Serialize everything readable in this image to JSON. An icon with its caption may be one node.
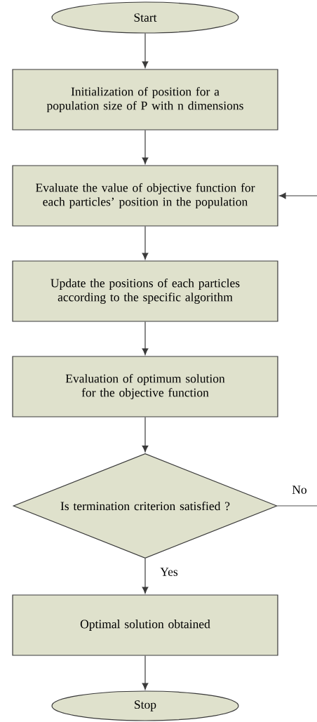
{
  "diagram": {
    "nodes": [
      {
        "text": [
          "Start"
        ]
      },
      {
        "text": [
          "Initialization of position for a population size of P with n dimensions"
        ]
      },
      {
        "text": [
          "Evaluate the value of objective function for each particles’ position in the population"
        ]
      },
      {
        "text": [
          "Update the positions of each particles according to the specific algorithm"
        ]
      },
      {
        "text": [
          "Evaluation of optimum solution for the objective function"
        ]
      },
      {
        "text": [
          "Is termination criterion satisfied ?"
        ]
      },
      {
        "text": [
          "Optimal solution obtained"
        ]
      },
      {
        "text": [
          "Stop"
        ]
      }
    ],
    "edges": [
      {
        "from": 0,
        "to": 1,
        "arrow": "to"
      },
      {
        "from": 1,
        "to": 2,
        "arrow": "to"
      },
      {
        "from": 2,
        "to": 3,
        "arrow": "to"
      },
      {
        "from": 3,
        "to": 4,
        "arrow": "to"
      },
      {
        "from": 4,
        "to": 5,
        "arrow": "to"
      },
      {
        "from": 5,
        "to": 6,
        "arrow": "to",
        "label": "Yes"
      },
      {
        "from": 6,
        "to": 7,
        "arrow": "to"
      },
      {
        "from": 5,
        "to": 2,
        "arrow": "to",
        "label": "No"
      }
    ]
  }
}
